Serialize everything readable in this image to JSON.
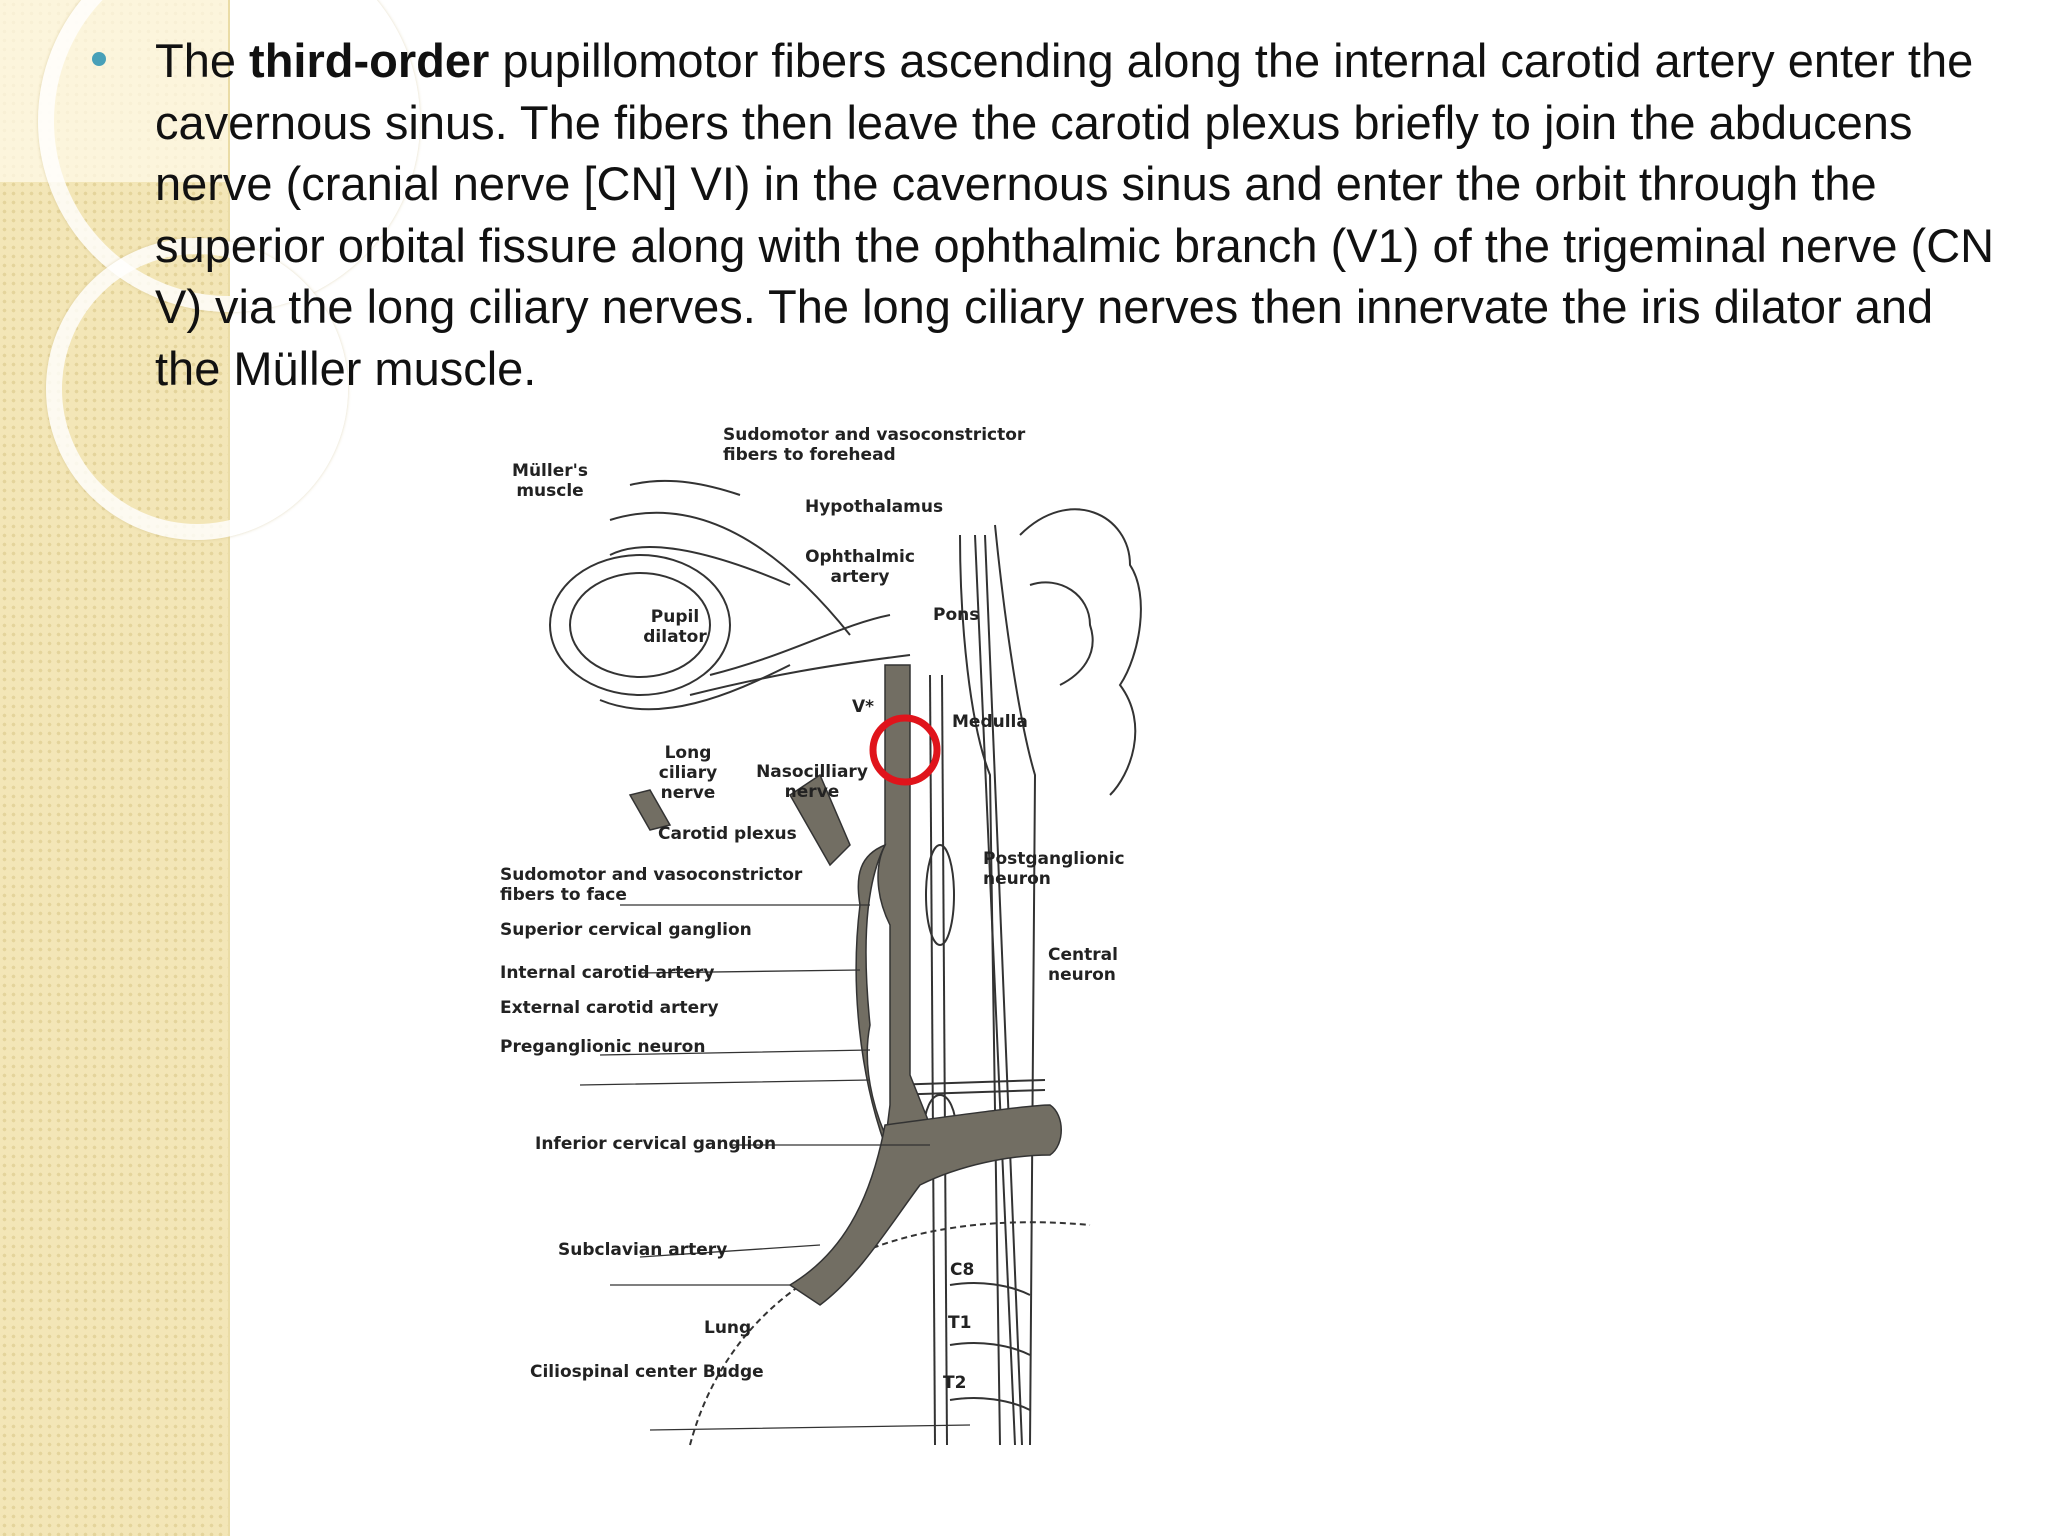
{
  "paragraph": {
    "part1": "The ",
    "bold": "third-order",
    "part2": " pupillomotor fibers ascending along the internal carotid artery enter the cavernous sinus. The fibers then leave the carotid plexus briefly to join the abducens nerve (cranial nerve [CN] VI) in the cavernous sinus and enter the orbit through the superior orbital fissure along with the ophthalmic branch (V1) of the trigeminal nerve (CN V) via the long ciliary nerves. The long ciliary nerves then innervate the iris dilator and the Müller muscle."
  },
  "diagram": {
    "labels": {
      "sudomotor_forehead": "Sudomotor and vasoconstrictor\nfibers to forehead",
      "mullers_muscle": "Müller's\nmuscle",
      "hypothalamus": "Hypothalamus",
      "ophthalmic_artery": "Ophthalmic\nartery",
      "pupil_dilator": "Pupil\ndilator",
      "pons": "Pons",
      "v_star": "V*",
      "medulla": "Medulla",
      "long_ciliary_nerve": "Long\nciliary\nnerve",
      "nasociliary_nerve": "Nasocilliary\nnerve",
      "carotid_plexus": "Carotid plexus",
      "sudomotor_face": "Sudomotor and vasoconstrictor\nfibers to face",
      "postganglionic_neuron": "Postganglionic\nneuron",
      "superior_cervical_ganglion": "Superior cervical ganglion",
      "central_neuron": "Central\nneuron",
      "internal_carotid_artery": "Internal carotid artery",
      "external_carotid_artery": "External carotid artery",
      "preganglionic_neuron": "Preganglionic neuron",
      "inferior_cervical_ganglion": "Inferior cervical ganglion",
      "subclavian_artery": "Subclavian artery",
      "c8": "C8",
      "lung": "Lung",
      "t1": "T1",
      "ciliospinal_center": "Ciliospinal center Budge",
      "t2": "T2"
    },
    "highlight_color": "#e0141b",
    "vessel_color": "#726e63"
  }
}
